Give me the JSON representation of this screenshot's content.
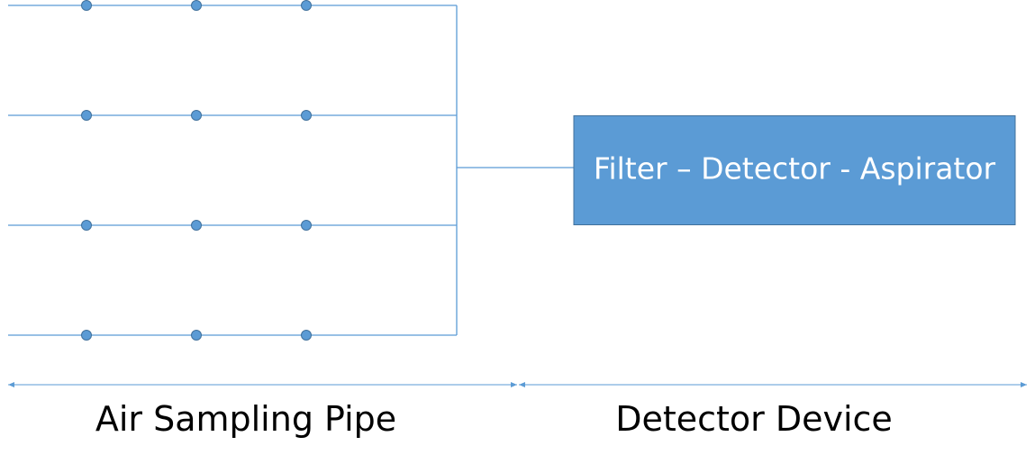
{
  "diagram": {
    "device_label": "Filter – Detector - Aspirator",
    "sections": {
      "left_label": "Air Sampling Pipe",
      "right_label": "Detector Device"
    },
    "pipes": [
      {
        "holes": 3
      },
      {
        "holes": 3
      },
      {
        "holes": 3
      },
      {
        "holes": 3
      }
    ],
    "colors": {
      "accent": "#5b9bd5",
      "accent_border": "#41719c",
      "device_text": "#ffffff",
      "label_text": "#000000",
      "background": "#ffffff"
    }
  }
}
